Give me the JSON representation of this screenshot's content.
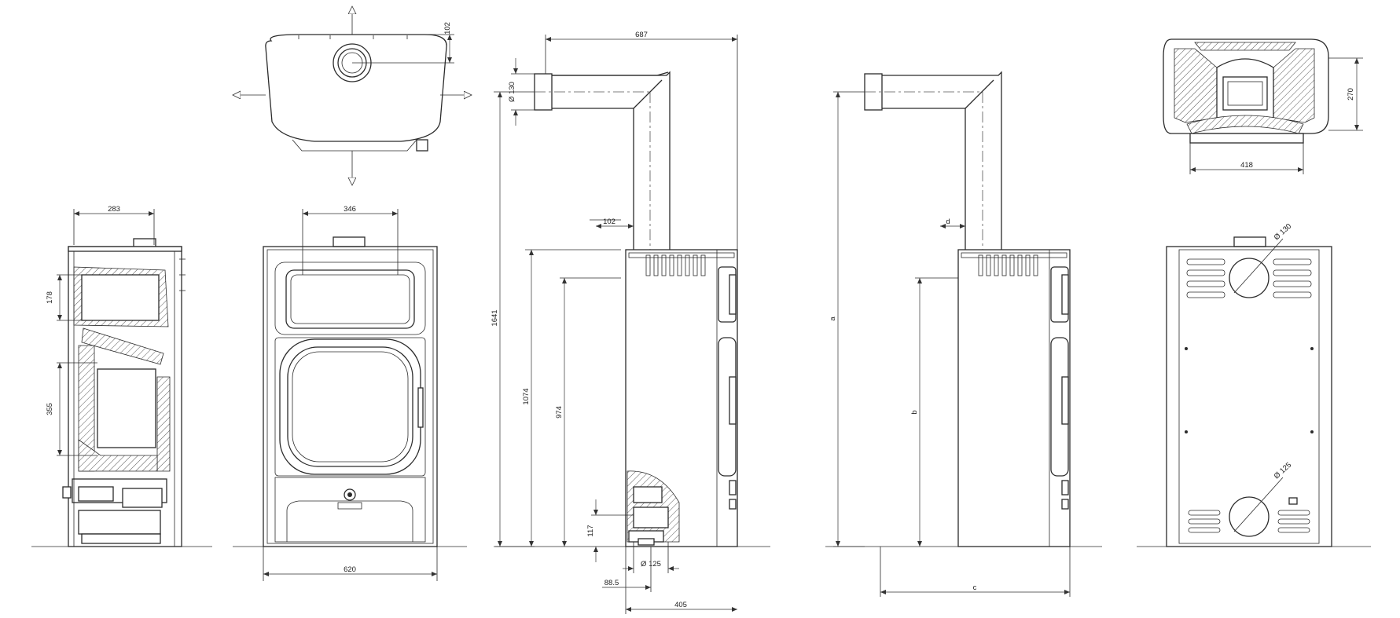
{
  "drawing": {
    "plan_view": {
      "dim_top_offset": "102"
    },
    "section_view": {
      "dim_width": "283",
      "dim_upper": "178",
      "dim_lower": "355"
    },
    "front_view": {
      "dim_top_window": "346",
      "dim_width": "620"
    },
    "side_flue_view": {
      "dim_flue_length": "687",
      "dim_flue_diameter": "Ø 130",
      "dim_flue_offset": "102",
      "dim_total_height": "1641",
      "dim_height_1074": "1074",
      "dim_height_974": "974",
      "dim_air_inlet_height": "117",
      "dim_air_inlet_diameter": "Ø 125",
      "dim_air_inlet_offset": "88.5",
      "dim_depth": "405"
    },
    "side_generic_view": {
      "label_a": "a",
      "label_b": "b",
      "label_c": "c",
      "label_d": "d"
    },
    "top_section_view": {
      "dim_height": "270",
      "dim_width": "418"
    },
    "rear_view": {
      "label_flue_diameter": "Ø 130",
      "label_air_diameter": "Ø 125"
    }
  }
}
